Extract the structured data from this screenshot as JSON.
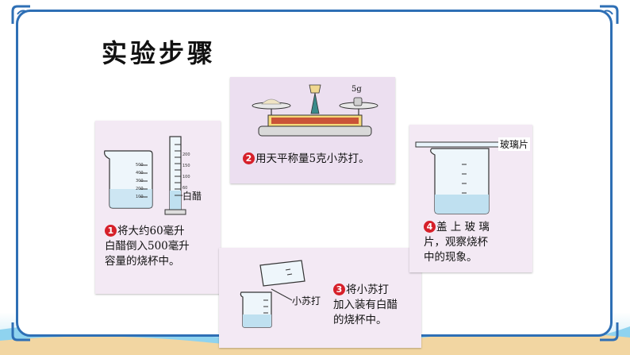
{
  "title": "实验步骤",
  "step1": {
    "number": "1",
    "lines": [
      "将大约60毫升",
      "白醋倒入500毫升",
      "容量的烧杯中。"
    ],
    "label": "白醋",
    "beaker_marks": [
      "500",
      "400",
      "300",
      "200",
      "100"
    ],
    "cylinder_marks": [
      "200",
      "150",
      "100",
      "60"
    ]
  },
  "step2": {
    "number": "2",
    "text": "用天平称量5克小苏打。",
    "weight_label": "5g"
  },
  "step3": {
    "number": "3",
    "lines": [
      "将小苏打",
      "加入装有白醋",
      "的烧杯中。"
    ],
    "label": "小苏打"
  },
  "step4": {
    "number": "4",
    "lines": [
      "盖 上 玻 璃",
      "片，观察烧杯",
      "中的现象。"
    ],
    "label": "玻璃片"
  },
  "colors": {
    "frame": "#2e6fb5",
    "card": "#f3e9f4",
    "badge": "#d6202a",
    "liquid": "#bfe0f0"
  }
}
